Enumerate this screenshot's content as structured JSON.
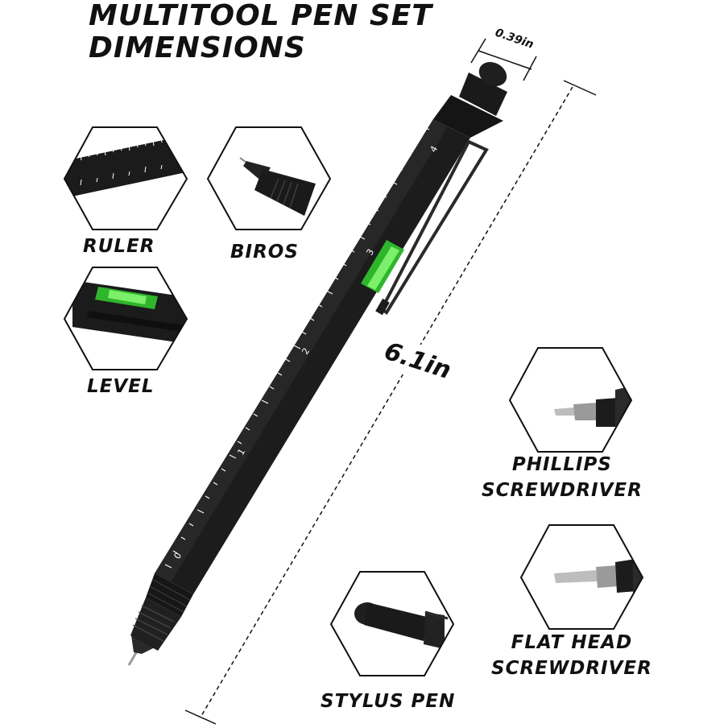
{
  "title": {
    "line1": "MULTITOOL PEN SET",
    "line2": "DIMENSIONS"
  },
  "dimensions": {
    "width": "0.39in",
    "length": "6.1in"
  },
  "features": {
    "ruler": "RULER",
    "biros": "BIROS",
    "level": "LEVEL",
    "phillips": {
      "line1": "PHILLIPS",
      "line2": "SCREWDRIVER"
    },
    "flathead": {
      "line1": "FLAT HEAD",
      "line2": "SCREWDRIVER"
    },
    "stylus": "STYLUS PEN"
  },
  "ruler_marks": [
    "0",
    "1",
    "2",
    "3",
    "4"
  ],
  "colors": {
    "pen_body": "#1c1c1c",
    "level_bubble": "#3fd13a",
    "text": "#111111"
  }
}
